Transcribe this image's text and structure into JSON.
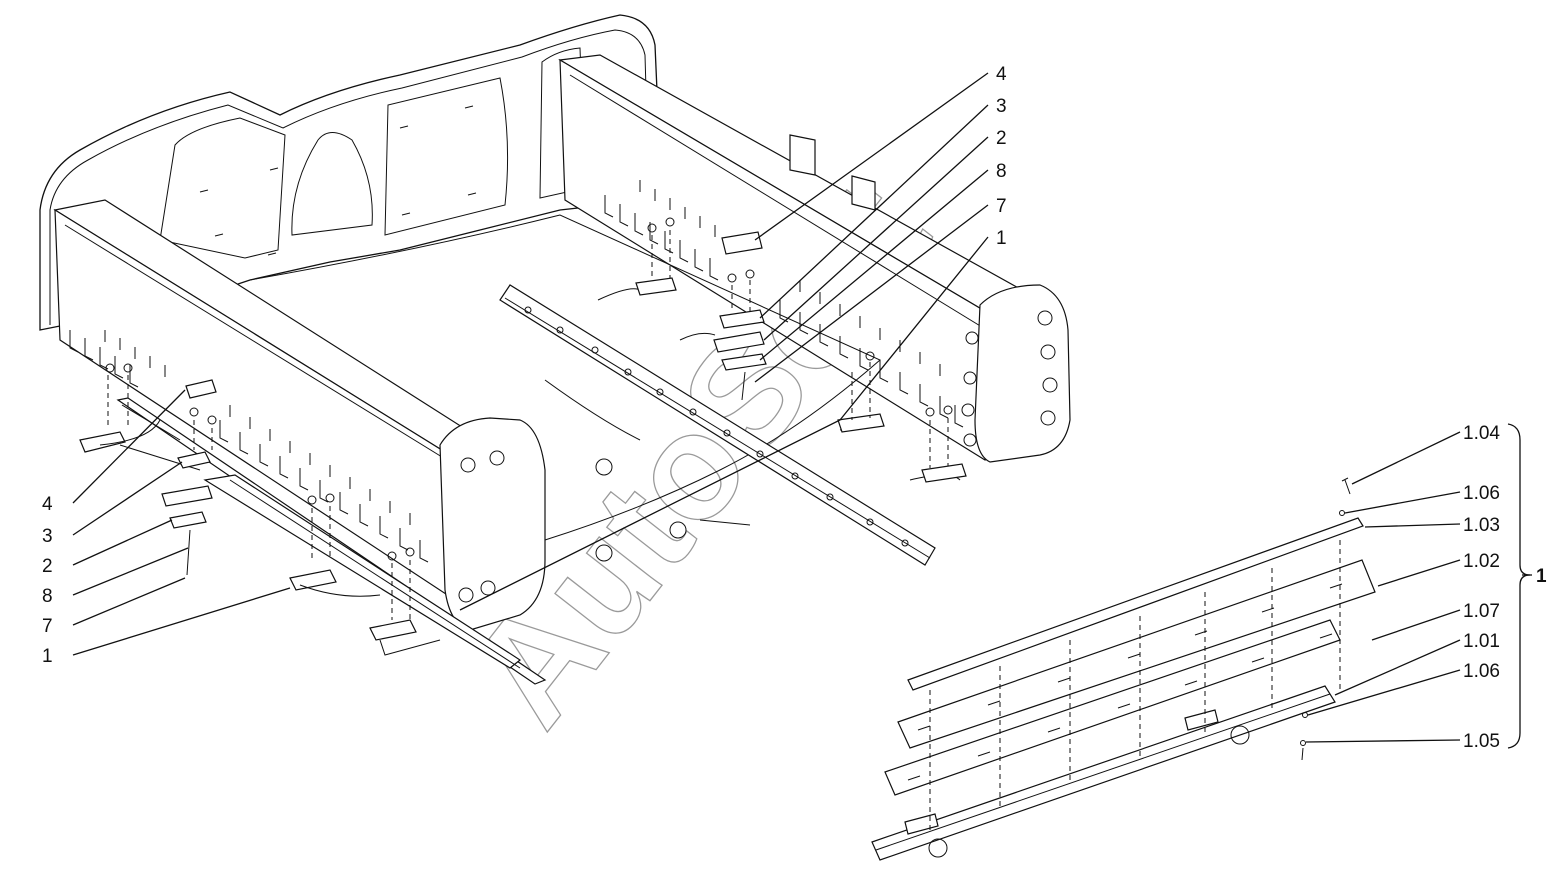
{
  "diagram": {
    "labels_left": [
      "4",
      "3",
      "2",
      "8",
      "7",
      "1"
    ],
    "labels_center": [
      "4",
      "3",
      "2",
      "8",
      "7",
      "1"
    ],
    "labels_right": [
      "1.04",
      "1.06",
      "1.03",
      "1.02",
      "1.07",
      "1.01",
      "1.06",
      "1.05"
    ],
    "group_label": "1",
    "watermark": "AutoSoft"
  }
}
